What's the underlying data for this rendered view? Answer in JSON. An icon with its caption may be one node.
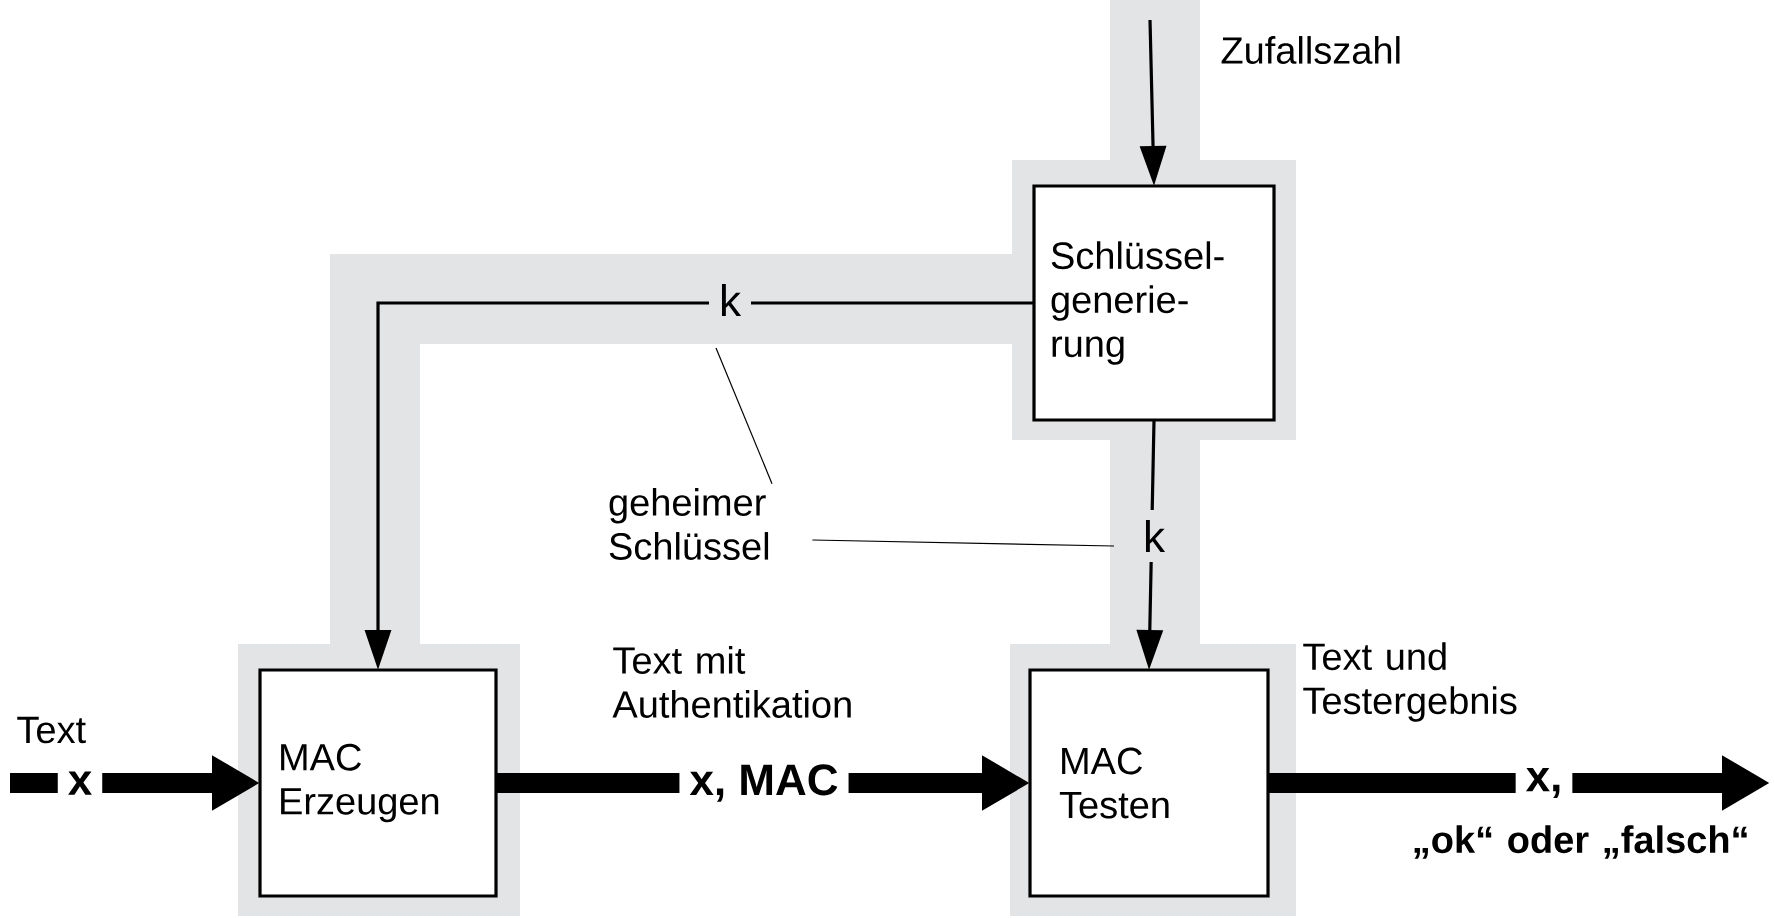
{
  "diagram": {
    "nodes": [
      {
        "text": [
          "Schlüssel- generie- rung"
        ]
      },
      {
        "text": [
          "MAC Erzeugen"
        ]
      },
      {
        "text": [
          "MAC Testen"
        ]
      },
      {
        "text": [
          "geheimer Schlüssel"
        ]
      }
    ],
    "edges": [
      {
        "from": 0,
        "to": 1,
        "arrow": "to",
        "label": "k"
      },
      {
        "from": 0,
        "to": 2,
        "arrow": "to",
        "label": "k"
      },
      {
        "from": null,
        "to": 0,
        "arrow": "to"
      },
      {
        "from": null,
        "to": 1,
        "arrow": "to",
        "label": "x",
        "style": "thick"
      },
      {
        "from": 1,
        "to": 2,
        "arrow": "to",
        "label": "x, MAC",
        "style": "thick"
      },
      {
        "from": 2,
        "to": null,
        "arrow": "to",
        "label": "x,",
        "style": "thick"
      },
      {
        "from": 3,
        "to": null,
        "arrow": "none"
      },
      {
        "from": 3,
        "to": null,
        "arrow": "none"
      }
    ],
    "labels": [
      "Zufallszahl",
      "Text",
      "Text mit Authentikation",
      "Text und Testergebnis",
      "„ok“ oder „falsch“"
    ]
  }
}
